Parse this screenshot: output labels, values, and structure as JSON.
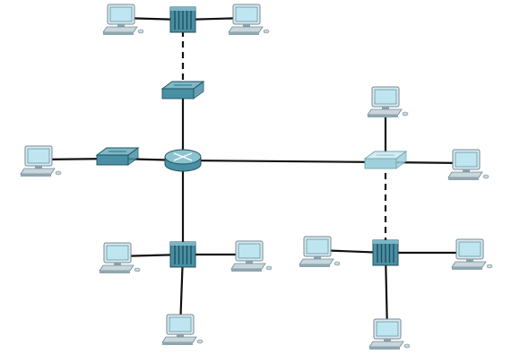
{
  "diagram": {
    "colors": {
      "link": "#111111",
      "device_dark": "#4a90a4",
      "device_light": "#9fd0dc",
      "pc_screen": "#bfe6f0"
    },
    "nodes": [
      {
        "id": "hub-top",
        "type": "hub"
      },
      {
        "id": "pc-top-left",
        "type": "pc"
      },
      {
        "id": "pc-top-right",
        "type": "pc"
      },
      {
        "id": "switch-top",
        "type": "switch"
      },
      {
        "id": "router",
        "type": "router"
      },
      {
        "id": "switch-left",
        "type": "switch"
      },
      {
        "id": "pc-left",
        "type": "pc"
      },
      {
        "id": "hub-bottom-left",
        "type": "hub"
      },
      {
        "id": "pc-bl-left",
        "type": "pc"
      },
      {
        "id": "pc-bl-right",
        "type": "pc"
      },
      {
        "id": "pc-bl-bottom",
        "type": "pc"
      },
      {
        "id": "switch-right",
        "type": "switch-light"
      },
      {
        "id": "pc-right-top",
        "type": "pc"
      },
      {
        "id": "pc-right",
        "type": "pc"
      },
      {
        "id": "hub-bottom-right",
        "type": "hub"
      },
      {
        "id": "pc-br-left",
        "type": "pc"
      },
      {
        "id": "pc-br-right",
        "type": "pc"
      },
      {
        "id": "pc-br-bottom",
        "type": "pc"
      }
    ],
    "links": [
      {
        "from": "pc-top-left",
        "to": "hub-top",
        "style": "solid"
      },
      {
        "from": "hub-top",
        "to": "pc-top-right",
        "style": "solid"
      },
      {
        "from": "hub-top",
        "to": "switch-top",
        "style": "dashed"
      },
      {
        "from": "switch-top",
        "to": "router",
        "style": "solid"
      },
      {
        "from": "pc-left",
        "to": "switch-left",
        "style": "solid"
      },
      {
        "from": "switch-left",
        "to": "router",
        "style": "solid"
      },
      {
        "from": "router",
        "to": "switch-right",
        "style": "solid"
      },
      {
        "from": "router",
        "to": "hub-bottom-left",
        "style": "solid"
      },
      {
        "from": "pc-bl-left",
        "to": "hub-bottom-left",
        "style": "solid"
      },
      {
        "from": "hub-bottom-left",
        "to": "pc-bl-right",
        "style": "solid"
      },
      {
        "from": "hub-bottom-left",
        "to": "pc-bl-bottom",
        "style": "solid"
      },
      {
        "from": "switch-right",
        "to": "pc-right-top",
        "style": "solid"
      },
      {
        "from": "switch-right",
        "to": "pc-right",
        "style": "solid"
      },
      {
        "from": "switch-right",
        "to": "hub-bottom-right",
        "style": "dashed"
      },
      {
        "from": "pc-br-left",
        "to": "hub-bottom-right",
        "style": "solid"
      },
      {
        "from": "hub-bottom-right",
        "to": "pc-br-right",
        "style": "solid"
      },
      {
        "from": "hub-bottom-right",
        "to": "pc-br-bottom",
        "style": "solid"
      }
    ]
  }
}
